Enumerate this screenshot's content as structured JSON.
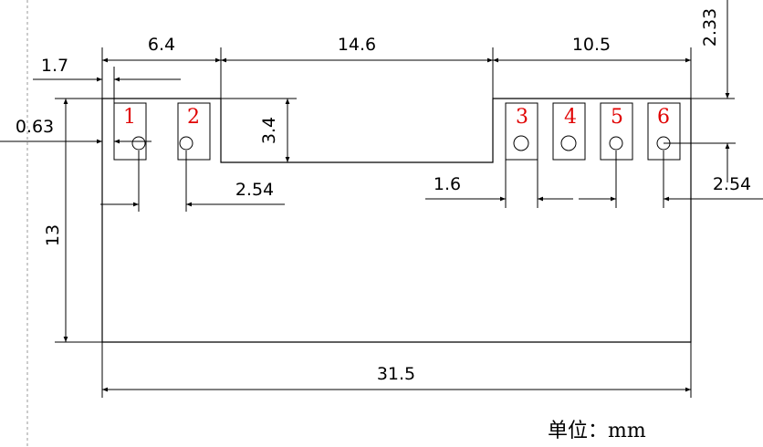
{
  "drawing": {
    "dimensions": {
      "d_6_4": "6.4",
      "d_14_6": "14.6",
      "d_10_5": "10.5",
      "d_2_33": "2.33",
      "d_1_7": "1.7",
      "d_0_63": "0.63",
      "d_3_4": "3.4",
      "d_2_54_left": "2.54",
      "d_1_6": "1.6",
      "d_2_54_right": "2.54",
      "d_13": "13",
      "d_31_5": "31.5"
    },
    "pins": [
      {
        "label": "1"
      },
      {
        "label": "2"
      },
      {
        "label": "3"
      },
      {
        "label": "4"
      },
      {
        "label": "5"
      },
      {
        "label": "6"
      }
    ],
    "pin_label_color": "#e00000",
    "unit_label": "单位：mm"
  }
}
